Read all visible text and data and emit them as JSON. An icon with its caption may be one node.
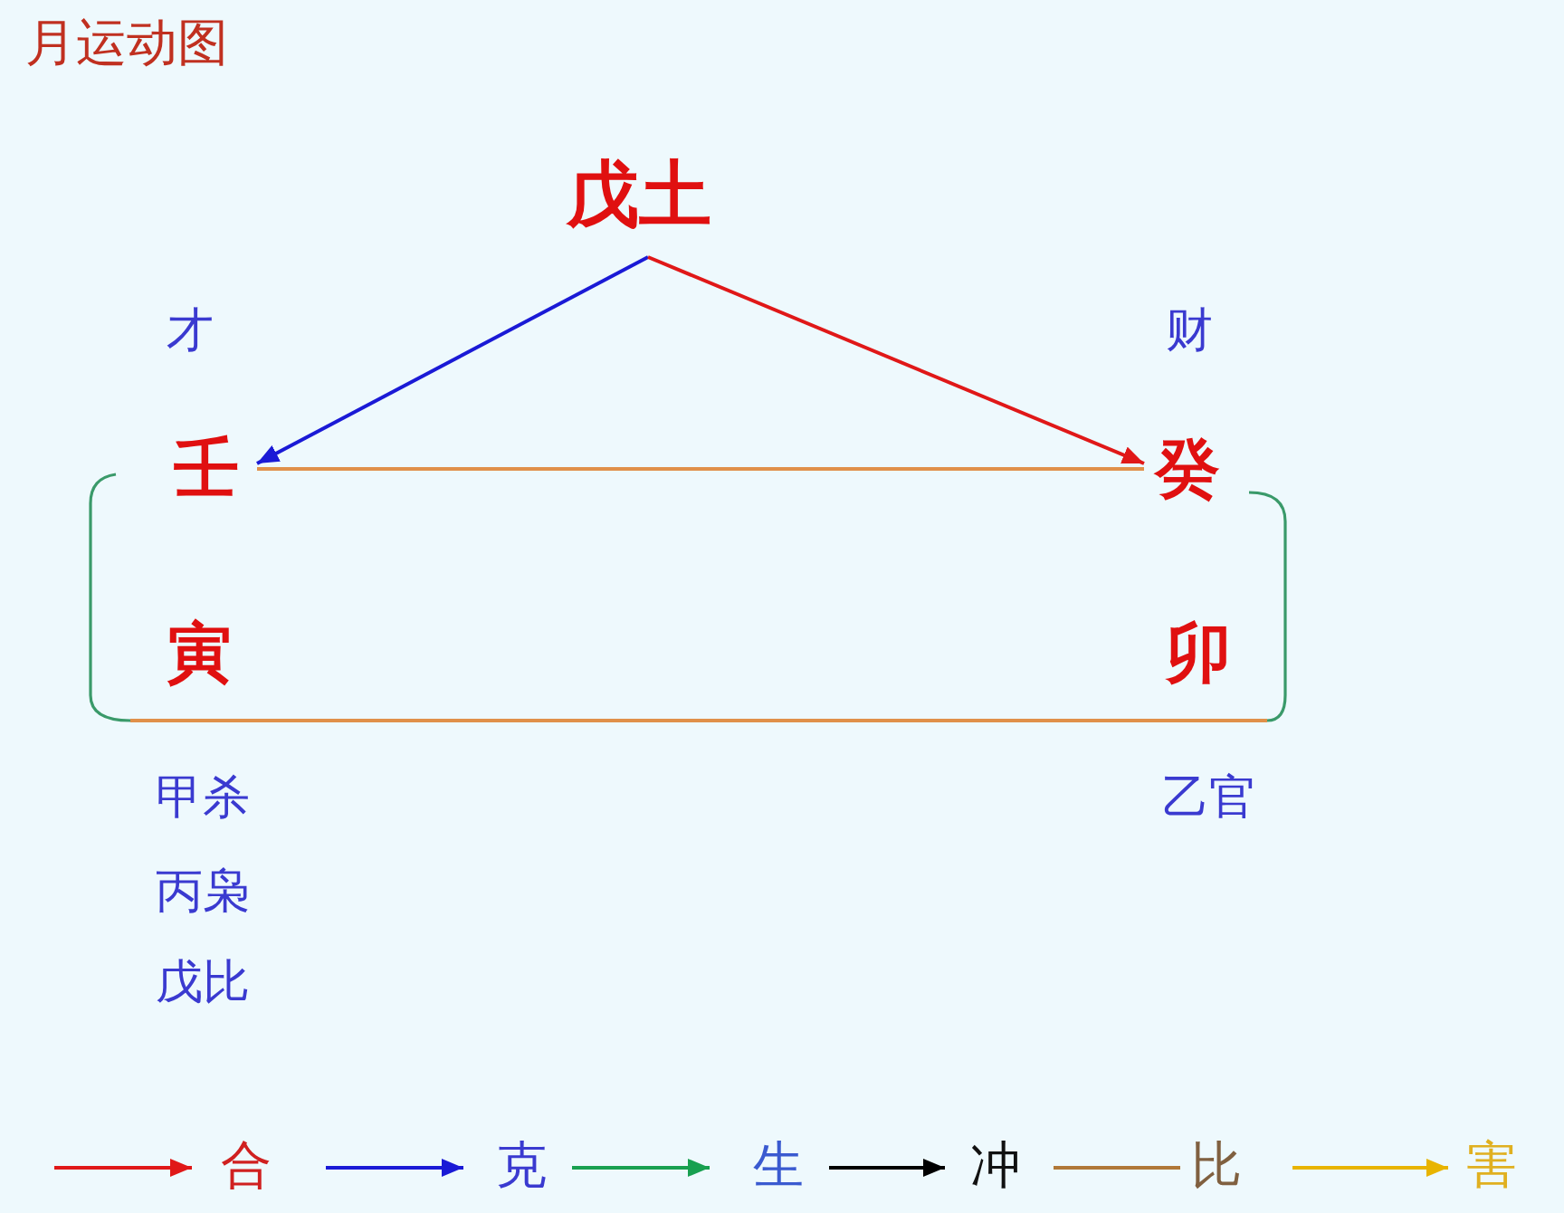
{
  "diagram": {
    "title": "月运动图",
    "nodes": [
      {
        "text": [
          "戊土"
        ]
      },
      {
        "text": [
          "壬"
        ],
        "beside": [
          "才"
        ]
      },
      {
        "text": [
          "癸"
        ],
        "beside": [
          "财"
        ]
      },
      {
        "text": [
          "寅"
        ],
        "beside": [
          "甲杀",
          "丙枭",
          "戊比"
        ]
      },
      {
        "text": [
          "卯"
        ],
        "beside": [
          "乙官"
        ]
      }
    ],
    "edges": [
      {
        "from": 0,
        "to": 1,
        "arrow": "to",
        "color": "#1a1ad6"
      },
      {
        "from": 0,
        "to": 2,
        "arrow": "to",
        "color": "#e01818"
      },
      {
        "from": 1,
        "to": 2,
        "arrow": "none",
        "color": "#e0904a"
      },
      {
        "from": 3,
        "to": 4,
        "arrow": "none",
        "color": "#e0904a"
      },
      {
        "from": 1,
        "to": 3,
        "arrow": "none",
        "color": "#3a9a6a"
      },
      {
        "from": 2,
        "to": 4,
        "arrow": "none",
        "color": "#3a9a6a"
      }
    ],
    "legend": [
      {
        "text": "合"
      },
      {
        "text": "克"
      },
      {
        "text": "生"
      },
      {
        "text": "冲"
      },
      {
        "text": "比"
      },
      {
        "text": "害"
      }
    ]
  }
}
